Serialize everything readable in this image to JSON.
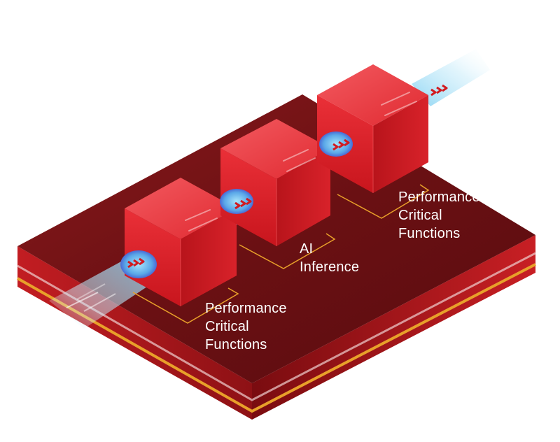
{
  "diagram": {
    "labels": {
      "left_line1": "Performance",
      "left_line2": "Critical",
      "left_line3": "Functions",
      "middle_line1": "AI",
      "middle_line2": "Inference",
      "right_line1": "Performance",
      "right_line2": "Critical",
      "right_line3": "Functions"
    },
    "colors": {
      "platform_top": "#7a1416",
      "platform_side": "#5c0d10",
      "accent_stripe": "#e8a02a",
      "cube_front": "#e1232b",
      "cube_side": "#b9151c",
      "cube_top": "#f24a50",
      "beam": "#8fd6f0",
      "beam_glow": "#3a52d0",
      "chevron": "#d21a1f",
      "callout_line": "#e8a02a"
    }
  }
}
